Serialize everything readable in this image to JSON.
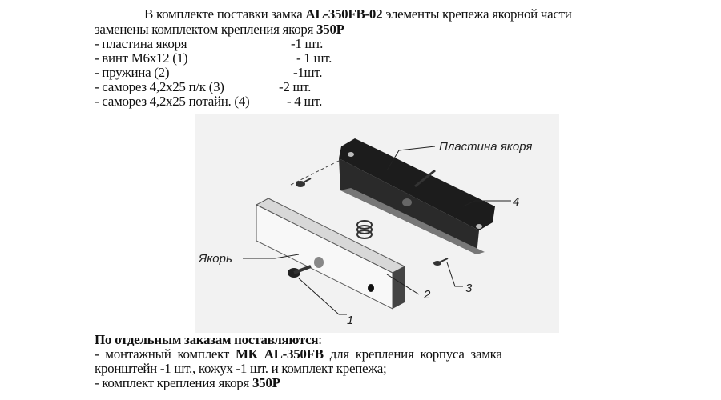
{
  "intro": {
    "p1": "В комплекте поставки замка ",
    "model": "AL-350FB-02",
    "p2": " элементы крепежа якорной части",
    "p3": "заменены  комплектом крепления якоря  ",
    "kit": "350P"
  },
  "items": [
    {
      "name": "- пластина якоря",
      "qty": "-1 шт."
    },
    {
      "name": "- винт М6х12 (1)",
      "qty": "- 1 шт."
    },
    {
      "name": "- пружина  (2)",
      "qty": "-1шт."
    },
    {
      "name": "- саморез 4,2х25 п/к  (3)",
      "qty": "-2 шт."
    },
    {
      "name": "- саморез 4,2х25 потайн. (4)",
      "qty": "- 4 шт."
    }
  ],
  "figure": {
    "label_plate": "Пластина якоря",
    "label_anchor": "Якорь",
    "callouts": [
      "1",
      "2",
      "3",
      "4"
    ]
  },
  "separate": {
    "heading": "По отдельным заказам поставляются",
    "colon": ":",
    "l1a": "- монтажный комплект ",
    "l1b": "МК AL-350FB",
    "l1c": " для крепления корпуса замка",
    "l2": "кронштейн -1 шт., кожух -1 шт. и комплект крепежа;",
    "l3a": "- комплект крепления якоря ",
    "l3b": "350P"
  }
}
